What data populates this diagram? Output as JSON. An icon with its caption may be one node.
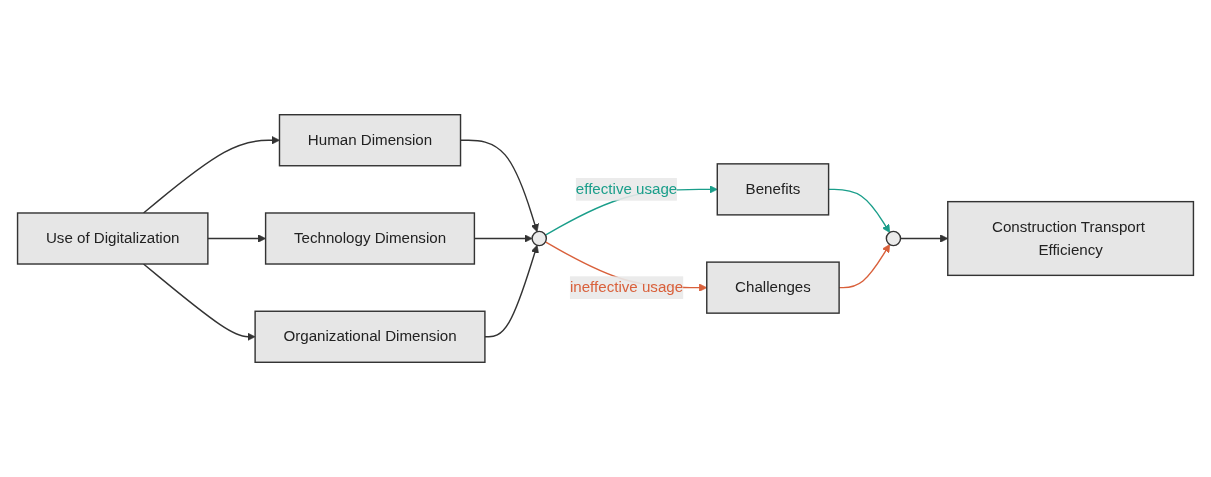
{
  "diagram": {
    "nodes": [
      {
        "text": [
          "Use of Digitalization"
        ]
      },
      {
        "text": [
          "Human Dimension"
        ]
      },
      {
        "text": [
          "Technology Dimension"
        ]
      },
      {
        "text": [
          "Organizational Dimension"
        ]
      },
      {
        "text": [],
        "shape": "circle"
      },
      {
        "text": [
          "Benefits"
        ]
      },
      {
        "text": [
          "Challenges"
        ]
      },
      {
        "text": [],
        "shape": "circle"
      },
      {
        "text": [
          "Construction Transport Efficiency"
        ]
      }
    ],
    "edges": [
      {
        "from": 0,
        "to": 1,
        "arrow": "to"
      },
      {
        "from": 0,
        "to": 2,
        "arrow": "to"
      },
      {
        "from": 0,
        "to": 3,
        "arrow": "to"
      },
      {
        "from": 1,
        "to": 4,
        "arrow": "to"
      },
      {
        "from": 2,
        "to": 4,
        "arrow": "to"
      },
      {
        "from": 3,
        "to": 4,
        "arrow": "to"
      },
      {
        "from": 4,
        "to": 5,
        "arrow": "to",
        "label": "effective usage",
        "color": "#1a9e8a"
      },
      {
        "from": 4,
        "to": 6,
        "arrow": "to",
        "label": "ineffective usage",
        "color": "#d9603b"
      },
      {
        "from": 5,
        "to": 7,
        "arrow": "to",
        "color": "#1a9e8a"
      },
      {
        "from": 6,
        "to": 7,
        "arrow": "to",
        "color": "#d9603b"
      },
      {
        "from": 7,
        "to": 8,
        "arrow": "to"
      }
    ]
  }
}
